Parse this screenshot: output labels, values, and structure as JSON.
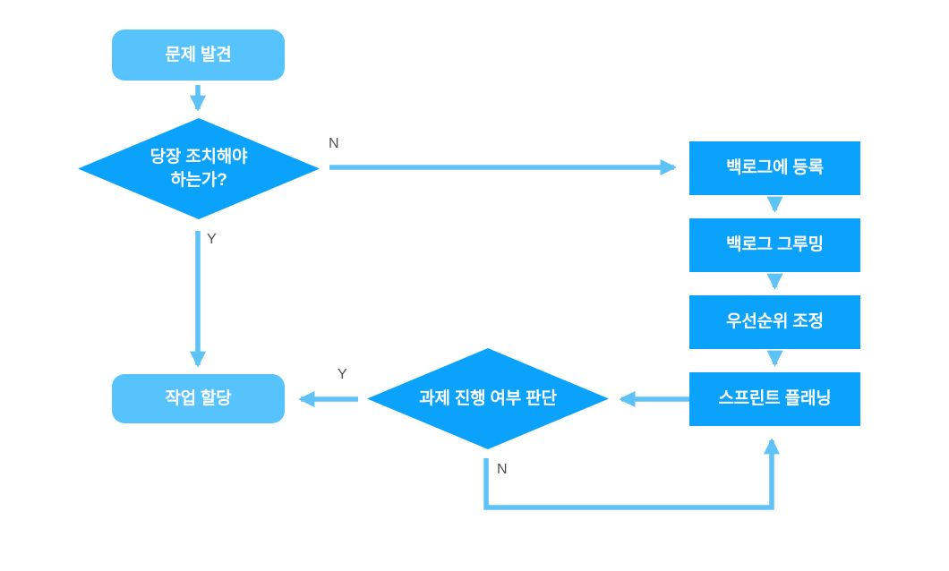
{
  "diagram": {
    "nodes": {
      "start": {
        "label": "문제 발견"
      },
      "decision_immediate": {
        "lines": [
          "당장 조치해야",
          "하는가?"
        ]
      },
      "backlog_register": {
        "label": "백로그에 등록"
      },
      "backlog_grooming": {
        "label": "백로그 그루밍"
      },
      "priority_adjust": {
        "label": "우선순위 조정"
      },
      "sprint_planning": {
        "label": "스프린트 플래닝"
      },
      "decision_proceed": {
        "label": "과제 진행 여부 판단"
      },
      "task_assign": {
        "label": "작업 할당"
      }
    },
    "edge_labels": {
      "decision_immediate_no": "N",
      "decision_immediate_yes": "Y",
      "decision_proceed_yes": "Y",
      "decision_proceed_no": "N"
    },
    "colors": {
      "node_primary": "#0aa2fa",
      "node_light": "#57c3fd",
      "arrow": "#5ec2f7",
      "edge_label": "#4f4f4f",
      "node_text": "#ffffff",
      "background": "#ffffff"
    }
  }
}
